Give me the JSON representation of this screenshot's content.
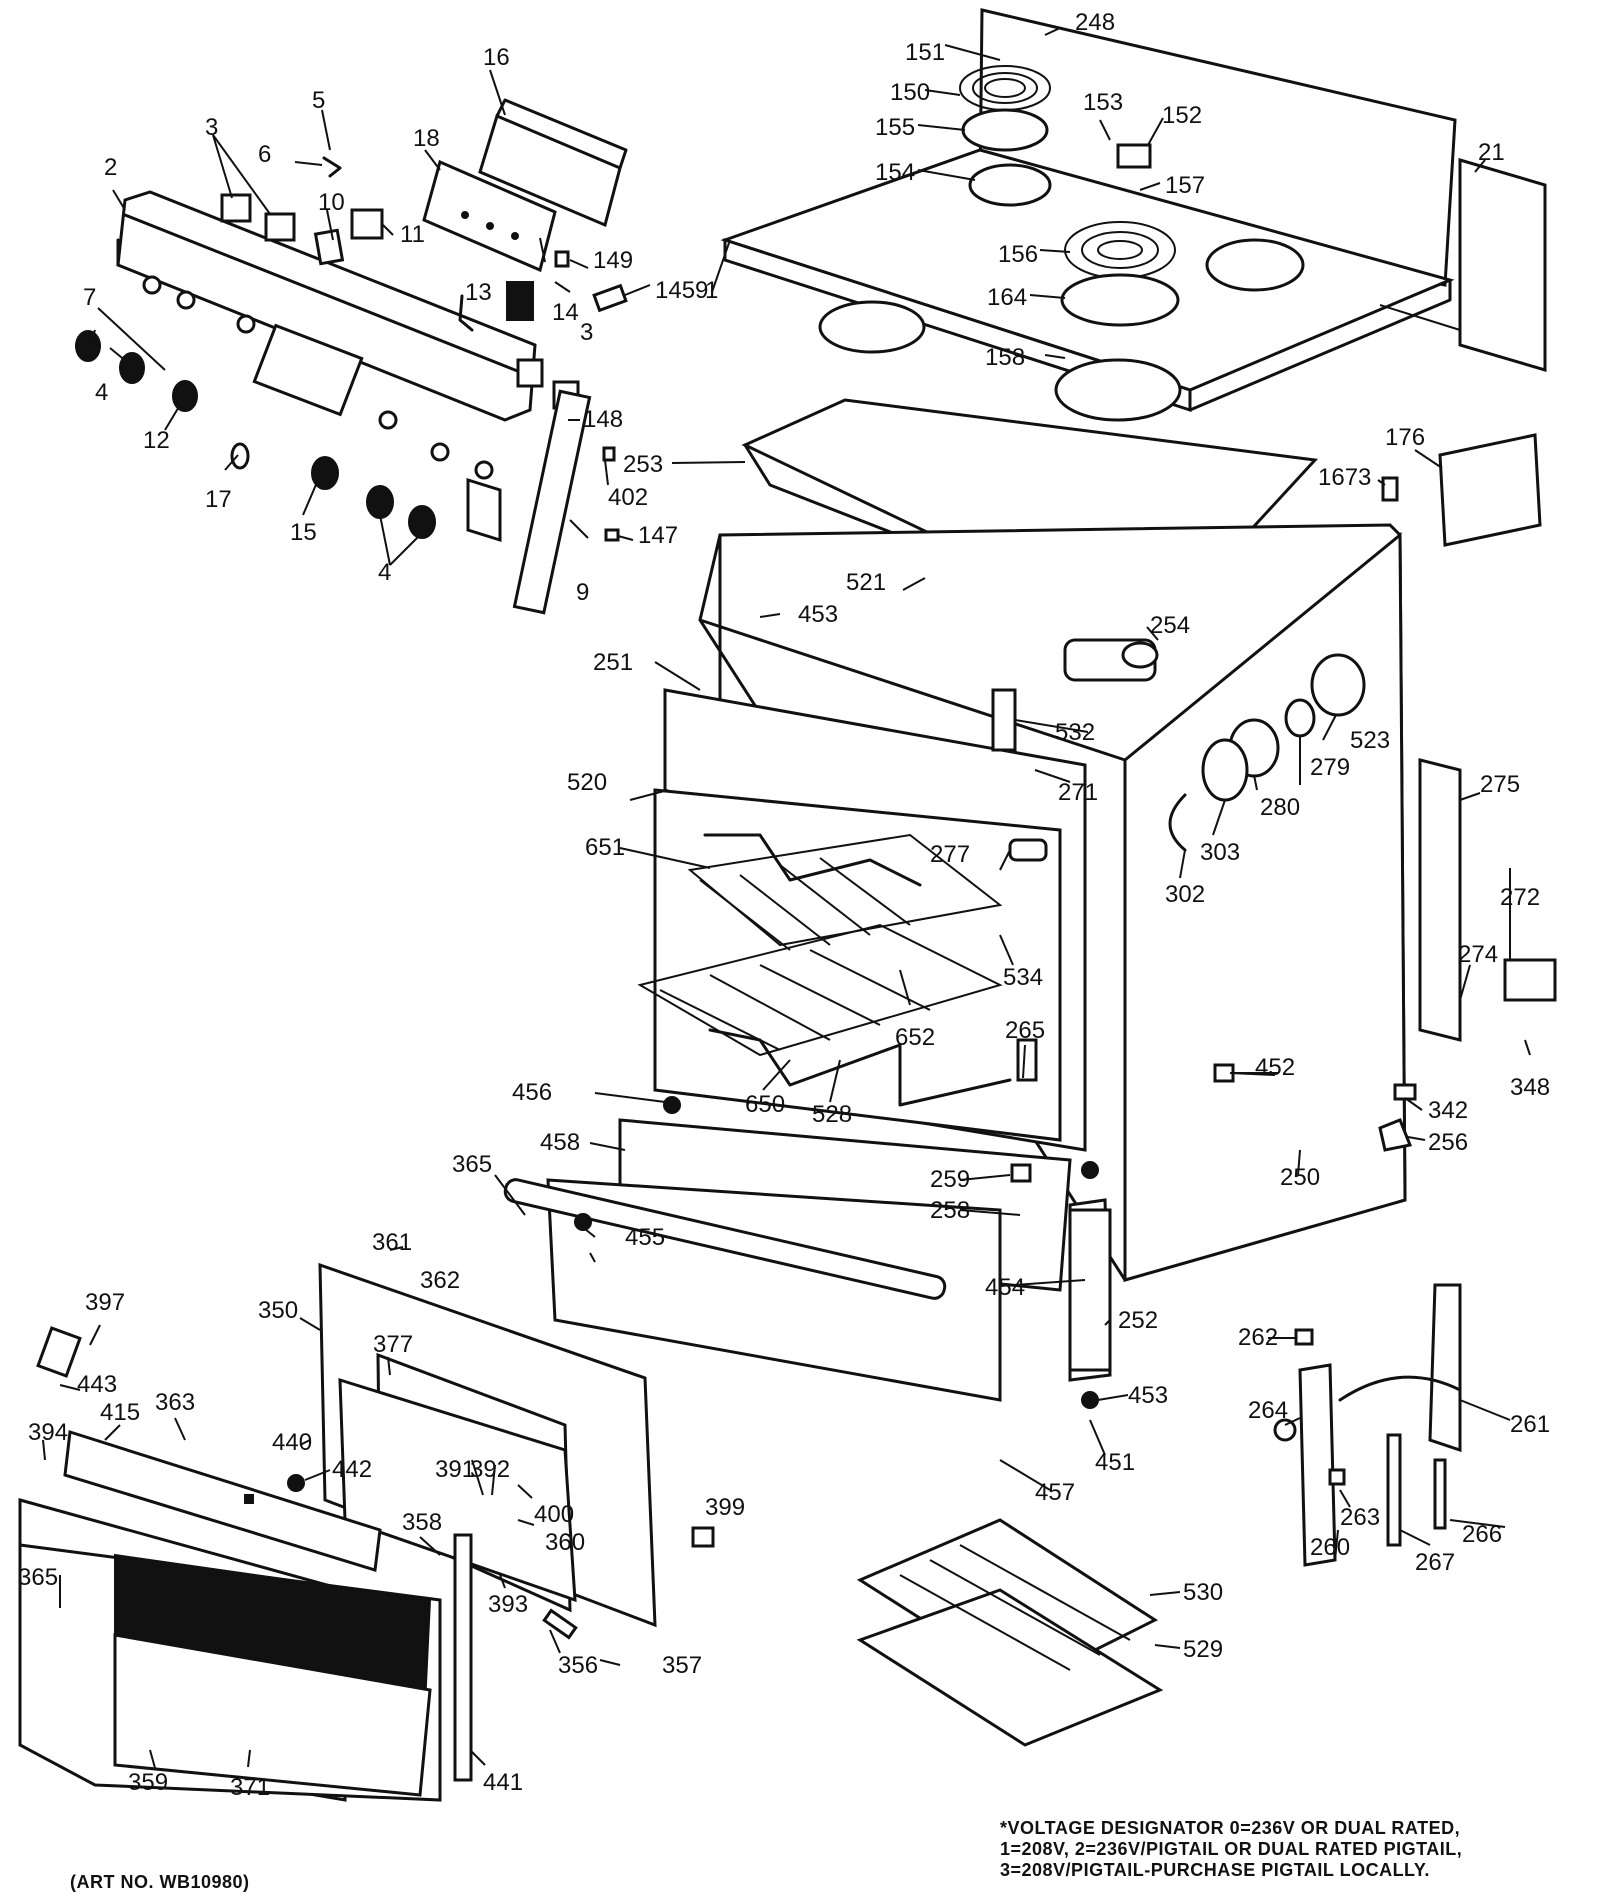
{
  "note": {
    "art_number": "(ART NO. WB10980)",
    "voltage_lines": [
      "*VOLTAGE DESIGNATOR 0=236V OR DUAL RATED,",
      "1=208V, 2=236V/PIGTAIL OR DUAL RATED PIGTAIL,",
      "3=208V/PIGTAIL-PURCHASE PIGTAIL LOCALLY."
    ]
  },
  "labels": {
    "p1": "1",
    "p2": "2",
    "p3a": "3",
    "p3b": "3",
    "p4a": "4",
    "p4b": "4",
    "p5": "5",
    "p6": "6",
    "p7": "7",
    "p9": "9",
    "p10": "10",
    "p11": "11",
    "p12": "12",
    "p13": "13",
    "p14": "14",
    "p15": "15",
    "p16": "16",
    "p17": "17",
    "p18": "18",
    "p21": "21",
    "p147": "147",
    "p148": "148",
    "p149": "149",
    "p150": "150",
    "p151": "151",
    "p152": "152",
    "p153": "153",
    "p154": "154",
    "p155": "155",
    "p156": "156",
    "p157": "157",
    "p158": "158",
    "p164": "164",
    "p176": "176",
    "p248": "248",
    "p250": "250",
    "p251": "251",
    "p252": "252",
    "p253": "253",
    "p254": "254",
    "p256": "256",
    "p258": "258",
    "p259": "259",
    "p260": "260",
    "p261": "261",
    "p262": "262",
    "p263": "263",
    "p264": "264",
    "p265": "265",
    "p266": "266",
    "p267": "267",
    "p271": "271",
    "p272": "272",
    "p274": "274",
    "p275": "275",
    "p277": "277",
    "p279": "279",
    "p280": "280",
    "p302": "302",
    "p303": "303",
    "p342": "342",
    "p348": "348",
    "p350": "350",
    "p356": "356",
    "p357": "357",
    "p358": "358",
    "p359": "359",
    "p360": "360",
    "p361": "361",
    "p362": "362",
    "p363": "363",
    "p365a": "365",
    "p365b": "365",
    "p371": "371",
    "p377": "377",
    "p391": "391",
    "p392": "392",
    "p393": "393",
    "p394": "394",
    "p397": "397",
    "p399": "399",
    "p400": "400",
    "p402": "402",
    "p415": "415",
    "p440": "440",
    "p441": "441",
    "p442": "442",
    "p443": "443",
    "p451": "451",
    "p452": "452",
    "p453a": "453",
    "p453b": "453",
    "p454": "454",
    "p455": "455",
    "p456": "456",
    "p457": "457",
    "p458": "458",
    "p520": "520",
    "p521": "521",
    "p523": "523",
    "p528": "528",
    "p529": "529",
    "p530": "530",
    "p532": "532",
    "p534": "534",
    "p650": "650",
    "p651": "651",
    "p652": "652",
    "p1459": "1459",
    "p1673": "1673"
  }
}
